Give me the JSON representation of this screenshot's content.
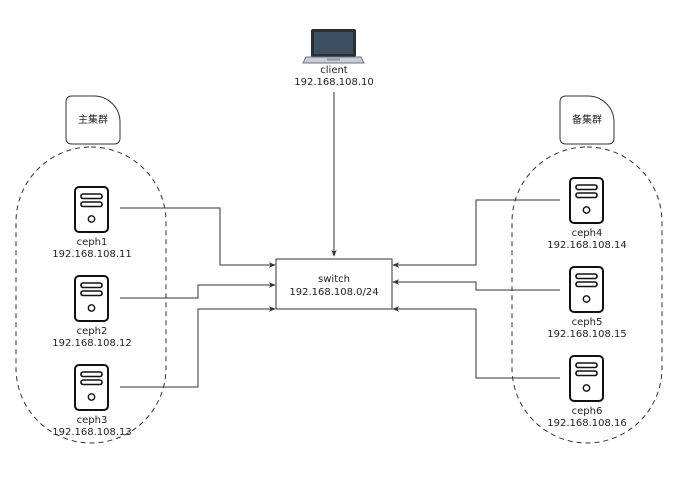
{
  "diagram": {
    "client": {
      "name": "client",
      "ip": "192.168.108.10"
    },
    "switch": {
      "name": "switch",
      "subnet": "192.168.108.0/24"
    },
    "clusters": {
      "primary": {
        "label": "主集群"
      },
      "backup": {
        "label": "备集群"
      }
    },
    "nodes": [
      {
        "name": "ceph1",
        "ip": "192.168.108.11"
      },
      {
        "name": "ceph2",
        "ip": "192.168.108.12"
      },
      {
        "name": "ceph3",
        "ip": "192.168.108.13"
      },
      {
        "name": "ceph4",
        "ip": "192.168.108.14"
      },
      {
        "name": "ceph5",
        "ip": "192.168.108.15"
      },
      {
        "name": "ceph6",
        "ip": "192.168.108.16"
      }
    ],
    "icons": {
      "client": "laptop-icon",
      "node": "server-icon",
      "cluster_tag": "tag-icon"
    },
    "colors": {
      "stroke": "#333333",
      "laptop_screen": "#3d4f63",
      "laptop_bezel": "#2a2f36"
    }
  }
}
